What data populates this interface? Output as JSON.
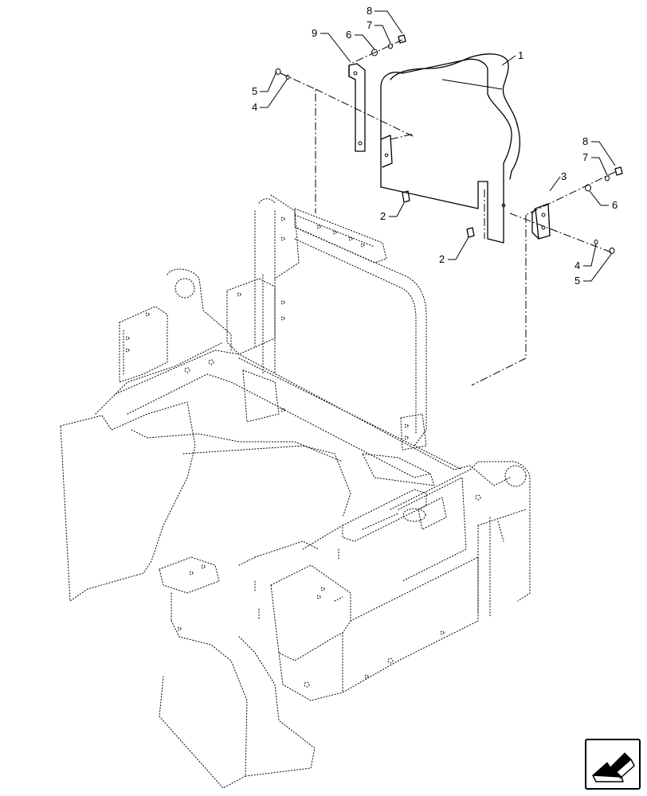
{
  "callouts": [
    {
      "id": "c8a",
      "label": "8"
    },
    {
      "id": "c7a",
      "label": "7"
    },
    {
      "id": "c9",
      "label": "9"
    },
    {
      "id": "c6a",
      "label": "6"
    },
    {
      "id": "c1",
      "label": "1"
    },
    {
      "id": "c5a",
      "label": "5"
    },
    {
      "id": "c4a",
      "label": "4"
    },
    {
      "id": "c8b",
      "label": "8"
    },
    {
      "id": "c7b",
      "label": "7"
    },
    {
      "id": "c3",
      "label": "3"
    },
    {
      "id": "c6b",
      "label": "6"
    },
    {
      "id": "c2a",
      "label": "2"
    },
    {
      "id": "c2b",
      "label": "2"
    },
    {
      "id": "c4b",
      "label": "4"
    },
    {
      "id": "c5b",
      "label": "5"
    }
  ],
  "nav_icon": "next-page-arrow-icon"
}
